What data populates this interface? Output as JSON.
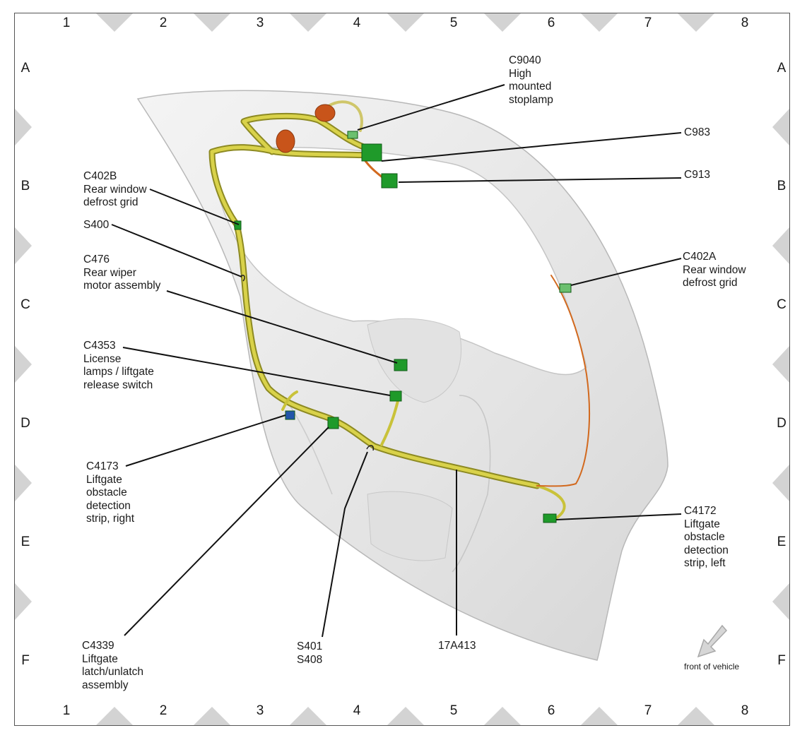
{
  "grid": {
    "columns": [
      "1",
      "2",
      "3",
      "4",
      "5",
      "6",
      "7",
      "8"
    ],
    "rows": [
      "A",
      "B",
      "C",
      "D",
      "E",
      "F"
    ]
  },
  "callouts": {
    "c9040": [
      "C9040",
      "High",
      "mounted",
      "stoplamp"
    ],
    "c983": [
      "C983"
    ],
    "c913": [
      "C913"
    ],
    "c402b": [
      "C402B",
      "Rear window",
      "defrost grid"
    ],
    "s400": [
      "S400"
    ],
    "c476": [
      "C476",
      "Rear wiper",
      "motor assembly"
    ],
    "c402a": [
      "C402A",
      "Rear window",
      "defrost grid"
    ],
    "c4353": [
      "C4353",
      "License",
      "lamps / liftgate",
      "release switch"
    ],
    "c4173": [
      "C4173",
      "Liftgate",
      "obstacle",
      "detection",
      "strip, right"
    ],
    "c4172": [
      "C4172",
      "Liftgate",
      "obstacle",
      "detection",
      "strip, left"
    ],
    "c4339": [
      "C4339",
      "Liftgate",
      "latch/unlatch",
      "assembly"
    ],
    "s401": [
      "S401",
      "S408"
    ],
    "harness": [
      "17A413"
    ]
  },
  "front_of_vehicle": "front of vehicle",
  "colors": {
    "harness": "#c9c23a",
    "connector": "#1f9a2a",
    "wire_orange": "#d2691e",
    "grommet": "#c8541a",
    "panel": "#eeeeee",
    "marker": "#d3d3d3"
  }
}
